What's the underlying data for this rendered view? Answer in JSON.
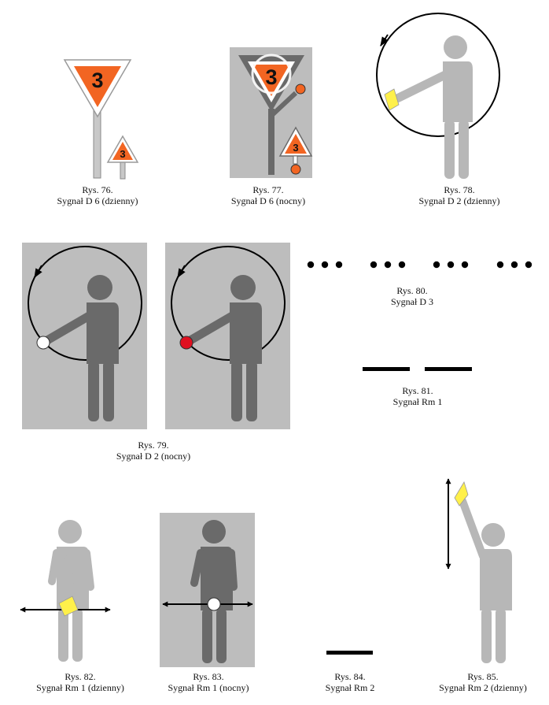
{
  "colors": {
    "orange": "#F26522",
    "panel": "#BDBDBD",
    "figure_day": "#B7B7B7",
    "figure_night": "#6A6A6A",
    "flag": "#FFF04A",
    "lamp_red": "#E01020",
    "lamp_white": "#FFFFFF",
    "line": "#000000"
  },
  "icons": {
    "sign_number": "3",
    "dot_groups": [
      {
        "count": 3
      },
      {
        "count": 3
      },
      {
        "count": 3
      },
      {
        "count": 3
      }
    ],
    "dash_segments": [
      {
        "count": 1
      },
      {
        "count": 1
      }
    ]
  },
  "figures": [
    {
      "id": "rys76",
      "number": "Rys. 76.",
      "caption": "Sygnał D 6 (dzienny)"
    },
    {
      "id": "rys77",
      "number": "Rys. 77.",
      "caption": "Sygnał D 6 (nocny)"
    },
    {
      "id": "rys78",
      "number": "Rys. 78.",
      "caption": "Sygnał D 2 (dzienny)"
    },
    {
      "id": "rys79",
      "number": "Rys. 79.",
      "caption": "Sygnał D 2 (nocny)"
    },
    {
      "id": "rys80",
      "number": "Rys. 80.",
      "caption": "Sygnał D 3"
    },
    {
      "id": "rys81",
      "number": "Rys. 81.",
      "caption": "Sygnał Rm 1"
    },
    {
      "id": "rys82",
      "number": "Rys. 82.",
      "caption": "Sygnał Rm 1 (dzienny)"
    },
    {
      "id": "rys83",
      "number": "Rys. 83.",
      "caption": "Sygnał Rm 1 (nocny)"
    },
    {
      "id": "rys84",
      "number": "Rys. 84.",
      "caption": "Sygnał Rm 2"
    },
    {
      "id": "rys85",
      "number": "Rys. 85.",
      "caption": "Sygnał Rm 2 (dzienny)"
    }
  ]
}
